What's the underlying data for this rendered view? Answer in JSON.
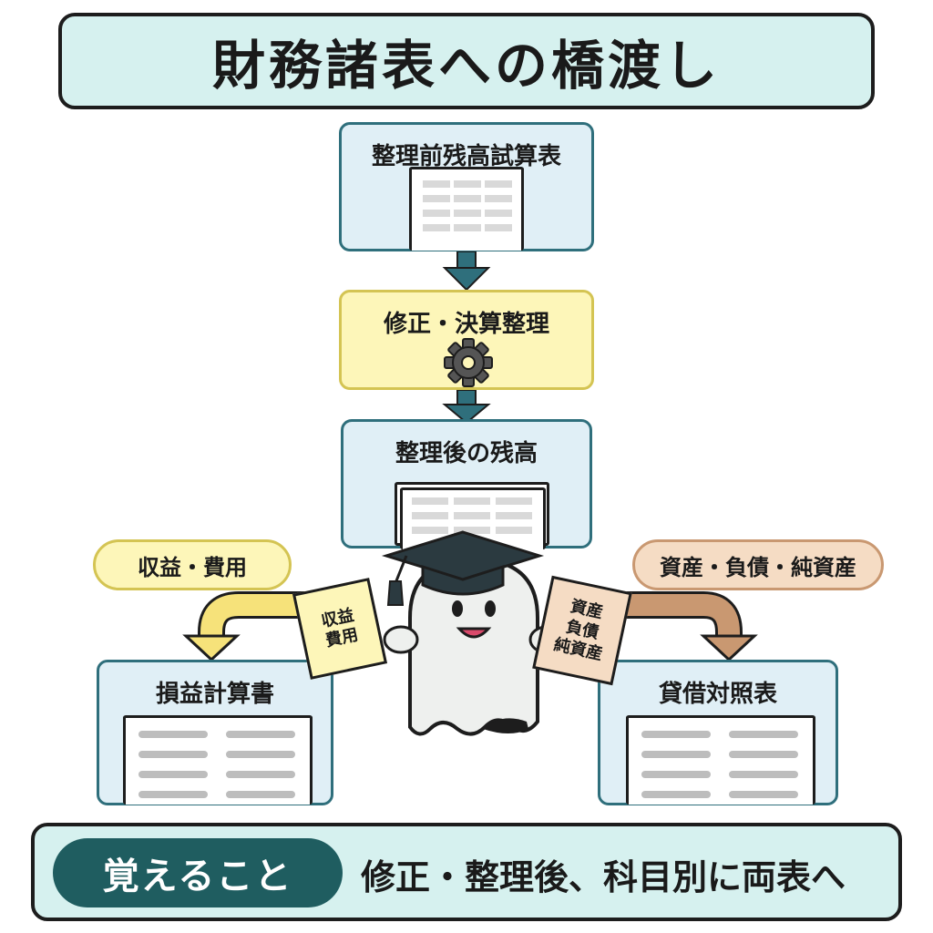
{
  "title": "財務諸表への橋渡し",
  "steps": {
    "trial_balance": "整理前残高試算表",
    "adjustment": "修正・決算整理",
    "adjusted_balance": "整理後の残高"
  },
  "branches": {
    "left_tag": "収益・費用",
    "right_tag": "資産・負債・純資産",
    "income_statement": "損益計算書",
    "balance_sheet": "貸借対照表"
  },
  "mascot": {
    "left_card": [
      "収益",
      "費用"
    ],
    "right_card": [
      "資産",
      "負債",
      "純資産"
    ]
  },
  "footer": {
    "badge": "覚えること",
    "text": "修正・整理後、科目別に両表へ"
  },
  "colors": {
    "teal_box": "#e0eff6",
    "teal_border": "#2f6f7c",
    "yellow_box": "#fdf6b9",
    "yellow_arrow": "#f6e27a",
    "tan_box": "#f5dcc4",
    "tan_arrow": "#c99871",
    "badge": "#1f5d60",
    "title_bg": "#d6f1ef"
  },
  "icons": [
    "gear-icon",
    "graduation-cap-icon",
    "ghost-mascot-icon",
    "spreadsheet-icon"
  ]
}
